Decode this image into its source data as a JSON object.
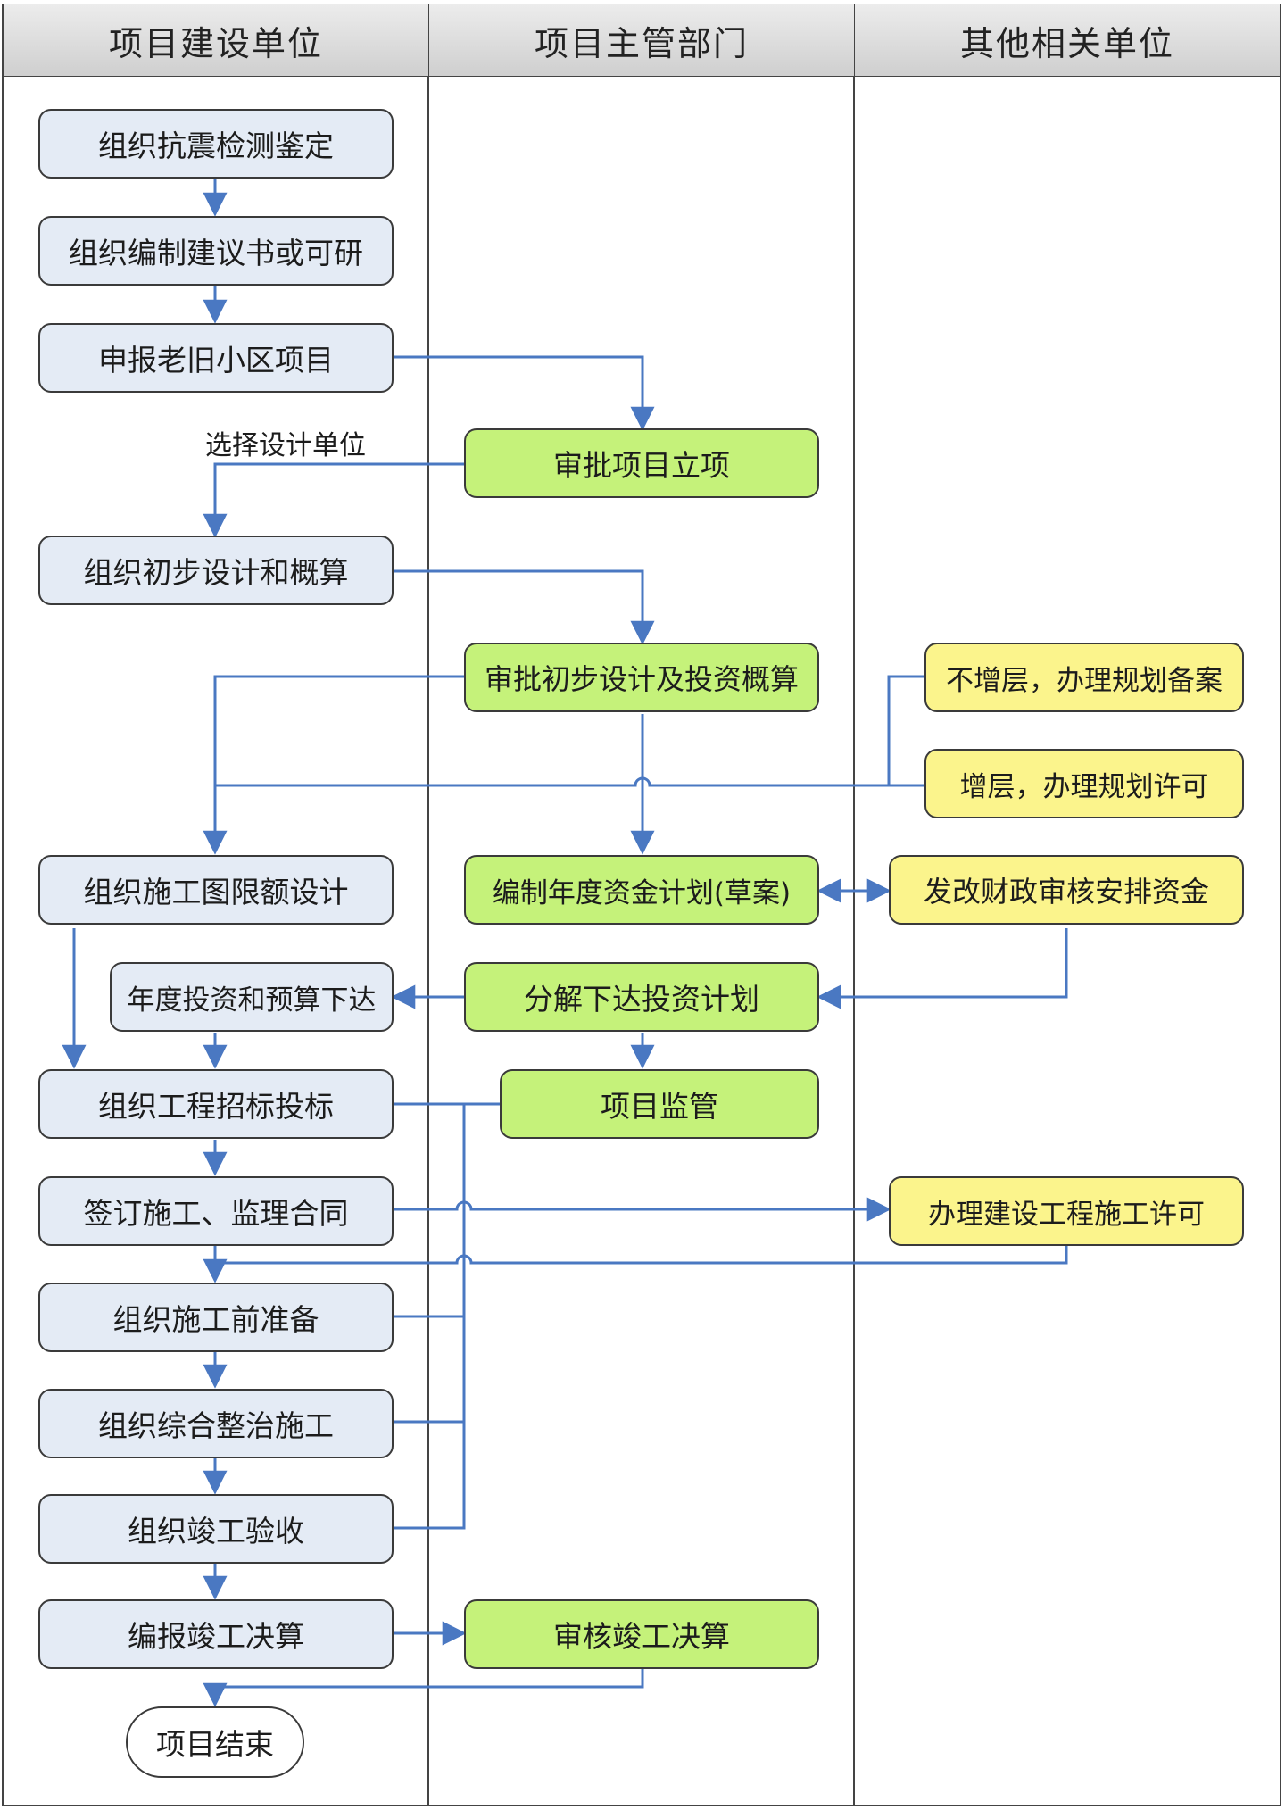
{
  "lanes": {
    "construction_unit": "项目建设单位",
    "competent_department": "项目主管部门",
    "other_units": "其他相关单位"
  },
  "nodes": {
    "seismic_inspection": "组织抗震检测鉴定",
    "proposal_feasibility": "组织编制建议书或可研",
    "report_project": "申报老旧小区项目",
    "approve_project": "审批项目立项",
    "preliminary_design": "组织初步设计和概算",
    "approve_preliminary": "审批初步设计及投资概算",
    "no_floor_add": "不增层，办理规划备案",
    "floor_add": "增层，办理规划许可",
    "construction_drawing": "组织施工图限额设计",
    "annual_fund_plan": "编制年度资金计划(草案)",
    "fund_review": "发改财政审核安排资金",
    "annual_investment": "年度投资和预算下达",
    "decompose_plan": "分解下达投资计划",
    "bidding": "组织工程招标投标",
    "supervision": "项目监管",
    "sign_contracts": "签订施工、监理合同",
    "construction_permit": "办理建设工程施工许可",
    "pre_construction": "组织施工前准备",
    "comprehensive_construction": "组织综合整治施工",
    "completion_acceptance": "组织竣工验收",
    "final_accounts": "编报竣工决算",
    "review_final_accounts": "审核竣工决算",
    "project_end": "项目结束"
  },
  "edge_labels": {
    "select_design_unit": "选择设计单位"
  },
  "colors": {
    "unit_box": "#e4ebf5",
    "department_box": "#c5f27a",
    "other_box": "#fbf48c",
    "connector": "#4a78c2"
  }
}
